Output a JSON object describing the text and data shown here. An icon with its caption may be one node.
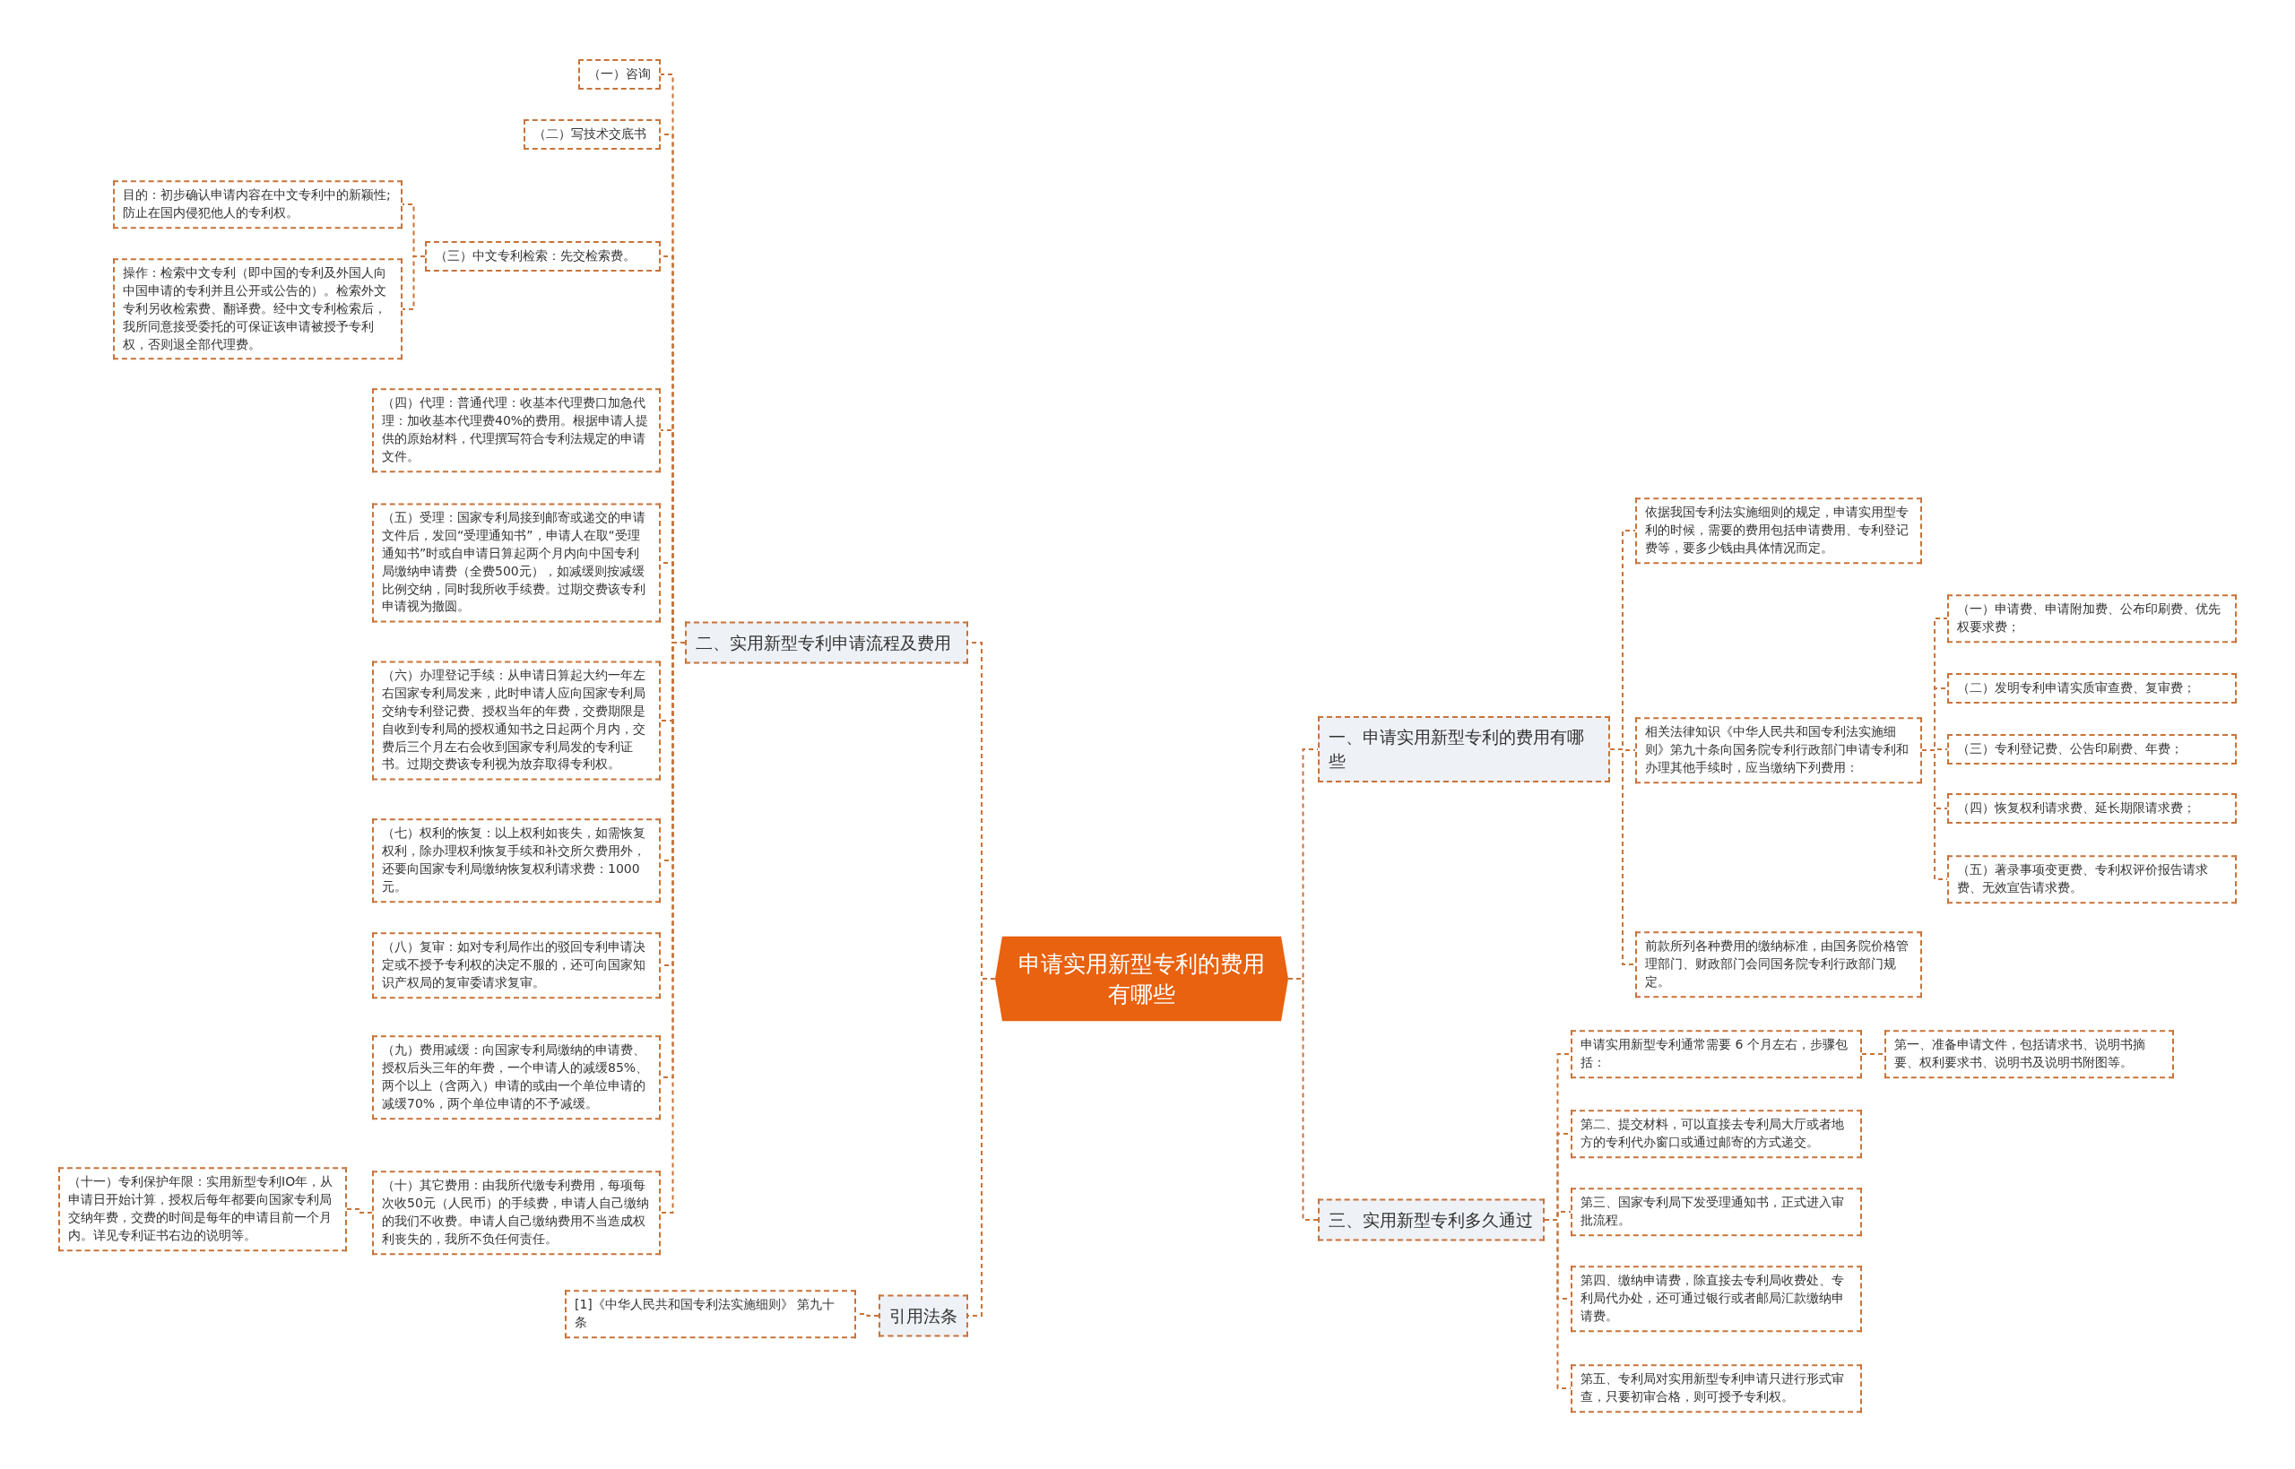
{
  "diagram": {
    "nodes": [
      {
        "text": [
          "申请实用新型专利的费用有哪些"
        ]
      },
      {
        "text": [
          "一、申请实用新型专利的费用有哪些"
        ]
      },
      {
        "text": [
          "依据我国专利法实施细则的规定，申请实用型专利的时候，需要的费用包括申请费用、专利登记费等，要多少钱由具体情况而定。"
        ]
      },
      {
        "text": [
          "相关法律知识《中华人民共和国专利法实施细则》第九十条向国务院专利行政部门申请专利和办理其他手续时，应当缴纳下列费用："
        ]
      },
      {
        "text": [
          "（一）申请费、申请附加费、公布印刷费、优先权要求费；"
        ]
      },
      {
        "text": [
          "（二）发明专利申请实质审查费、复审费；"
        ]
      },
      {
        "text": [
          "（三）专利登记费、公告印刷费、年费；"
        ]
      },
      {
        "text": [
          "（四）恢复权利请求费、延长期限请求费；"
        ]
      },
      {
        "text": [
          "（五）著录事项变更费、专利权评价报告请求费、无效宣告请求费。"
        ]
      },
      {
        "text": [
          "前款所列各种费用的缴纳标准，由国务院价格管理部门、财政部门会同国务院专利行政部门规定。"
        ]
      },
      {
        "text": [
          "三、实用新型专利多久通过"
        ]
      },
      {
        "text": [
          "申请实用新型专利通常需要 6 个月左右，步骤包括："
        ]
      },
      {
        "text": [
          "第一、准备申请文件，包括请求书、说明书摘要、权利要求书、说明书及说明书附图等。"
        ]
      },
      {
        "text": [
          "第二、提交材料，可以直接去专利局大厅或者地方的专利代办窗口或通过邮寄的方式递交。"
        ]
      },
      {
        "text": [
          "第三、国家专利局下发受理通知书，正式进入审批流程。"
        ]
      },
      {
        "text": [
          "第四、缴纳申请费，除直接去专利局收费处、专利局代办处，还可通过银行或者邮局汇款缴纳申请费。"
        ]
      },
      {
        "text": [
          "第五、专利局对实用新型专利申请只进行形式审查，只要初审合格，则可授予专利权。"
        ]
      },
      {
        "text": [
          "二、实用新型专利申请流程及费用"
        ]
      },
      {
        "text": [
          "（一）咨询"
        ]
      },
      {
        "text": [
          "（二）写技术交底书"
        ]
      },
      {
        "text": [
          "（三）中文专利检索：先交检索费。"
        ]
      },
      {
        "text": [
          "目的：初步确认申请内容在中文专利中的新颖性;防止在国内侵犯他人的专利权。"
        ]
      },
      {
        "text": [
          "操作：检索中文专利（即中国的专利及外国人向中国申请的专利并且公开或公告的）。检索外文专利另收检索费、翻译费。经中文专利检索后，我所同意接受委托的可保证该申请被授予专利权，否则退全部代理费。"
        ]
      },
      {
        "text": [
          "（四）代理：普通代理：收基本代理费口加急代理：加收基本代理费40%的费用。根据申请人提供的原始材料，代理撰写符合专利法规定的申请文件。"
        ]
      },
      {
        "text": [
          "（五）受理：国家专利局接到邮寄或递交的申请文件后，发回“受理通知书”，申请人在取“受理通知书”时或自申请日算起两个月内向中国专利局缴纳申请费（全费500元），如减缓则按减缓比例交纳，同时我所收手续费。过期交费该专利申请视为撤圆。"
        ]
      },
      {
        "text": [
          "（六）办理登记手续：从申请日算起大约一年左右国家专利局发来，此时申请人应向国家专利局交纳专利登记费、授权当年的年费，交费期限是自收到专利局的授权通知书之日起两个月内，交费后三个月左右会收到国家专利局发的专利证书。过期交费该专利视为放弃取得专利权。"
        ]
      },
      {
        "text": [
          "（七）权利的恢复：以上权利如丧失，如需恢复权利，除办理权利恢复手续和补交所欠费用外，还要向国家专利局缴纳恢复权利请求费：1000元。"
        ]
      },
      {
        "text": [
          "（八）复审：如对专利局作出的驳回专利申请决定或不授予专利权的决定不服的，还可向国家知识产权局的复审委请求复审。"
        ]
      },
      {
        "text": [
          "（九）费用减缓：向国家专利局缴纳的申请费、授权后头三年的年费，一个申请人的减缓85%、两个以上（含两入）申请的或由一个单位申请的减缓70%，两个单位申请的不予减缓。"
        ]
      },
      {
        "text": [
          "（十）其它费用：由我所代缴专利费用，每项每次收50元（人民币）的手续费，申请人自己缴纳的我们不收费。申请人自己缴纳费用不当造成权利丧失的，我所不负任何责任。"
        ]
      },
      {
        "text": [
          "（十一）专利保护年限：实用新型专利IO年，从申请日开始计算，授权后每年都要向国家专利局交纳年费，交费的时间是每年的申请目前一个月内。详见专利证书右边的说明等。"
        ]
      },
      {
        "text": [
          "引用法条"
        ]
      },
      {
        "text": [
          "[1]《中华人民共和国专利法实施细则》 第九十条"
        ]
      }
    ],
    "edges": [
      {
        "from": 0,
        "to": 1,
        "arrow": "none"
      },
      {
        "from": 1,
        "to": 2,
        "arrow": "none"
      },
      {
        "from": 1,
        "to": 3,
        "arrow": "none"
      },
      {
        "from": 3,
        "to": 4,
        "arrow": "none"
      },
      {
        "from": 3,
        "to": 5,
        "arrow": "none"
      },
      {
        "from": 3,
        "to": 6,
        "arrow": "none"
      },
      {
        "from": 3,
        "to": 7,
        "arrow": "none"
      },
      {
        "from": 3,
        "to": 8,
        "arrow": "none"
      },
      {
        "from": 1,
        "to": 9,
        "arrow": "none"
      },
      {
        "from": 0,
        "to": 10,
        "arrow": "none"
      },
      {
        "from": 10,
        "to": 11,
        "arrow": "none"
      },
      {
        "from": 11,
        "to": 12,
        "arrow": "none"
      },
      {
        "from": 10,
        "to": 13,
        "arrow": "none"
      },
      {
        "from": 10,
        "to": 14,
        "arrow": "none"
      },
      {
        "from": 10,
        "to": 15,
        "arrow": "none"
      },
      {
        "from": 10,
        "to": 16,
        "arrow": "none"
      },
      {
        "from": 0,
        "to": 17,
        "arrow": "none"
      },
      {
        "from": 17,
        "to": 18,
        "arrow": "none"
      },
      {
        "from": 17,
        "to": 19,
        "arrow": "none"
      },
      {
        "from": 17,
        "to": 20,
        "arrow": "none"
      },
      {
        "from": 20,
        "to": 21,
        "arrow": "none"
      },
      {
        "from": 20,
        "to": 22,
        "arrow": "none"
      },
      {
        "from": 17,
        "to": 23,
        "arrow": "none"
      },
      {
        "from": 17,
        "to": 24,
        "arrow": "none"
      },
      {
        "from": 17,
        "to": 25,
        "arrow": "none"
      },
      {
        "from": 17,
        "to": 26,
        "arrow": "none"
      },
      {
        "from": 17,
        "to": 27,
        "arrow": "none"
      },
      {
        "from": 17,
        "to": 28,
        "arrow": "none"
      },
      {
        "from": 17,
        "to": 29,
        "arrow": "none"
      },
      {
        "from": 29,
        "to": 30,
        "arrow": "none"
      },
      {
        "from": 0,
        "to": 31,
        "arrow": "none"
      },
      {
        "from": 31,
        "to": 32,
        "arrow": "none"
      }
    ]
  }
}
